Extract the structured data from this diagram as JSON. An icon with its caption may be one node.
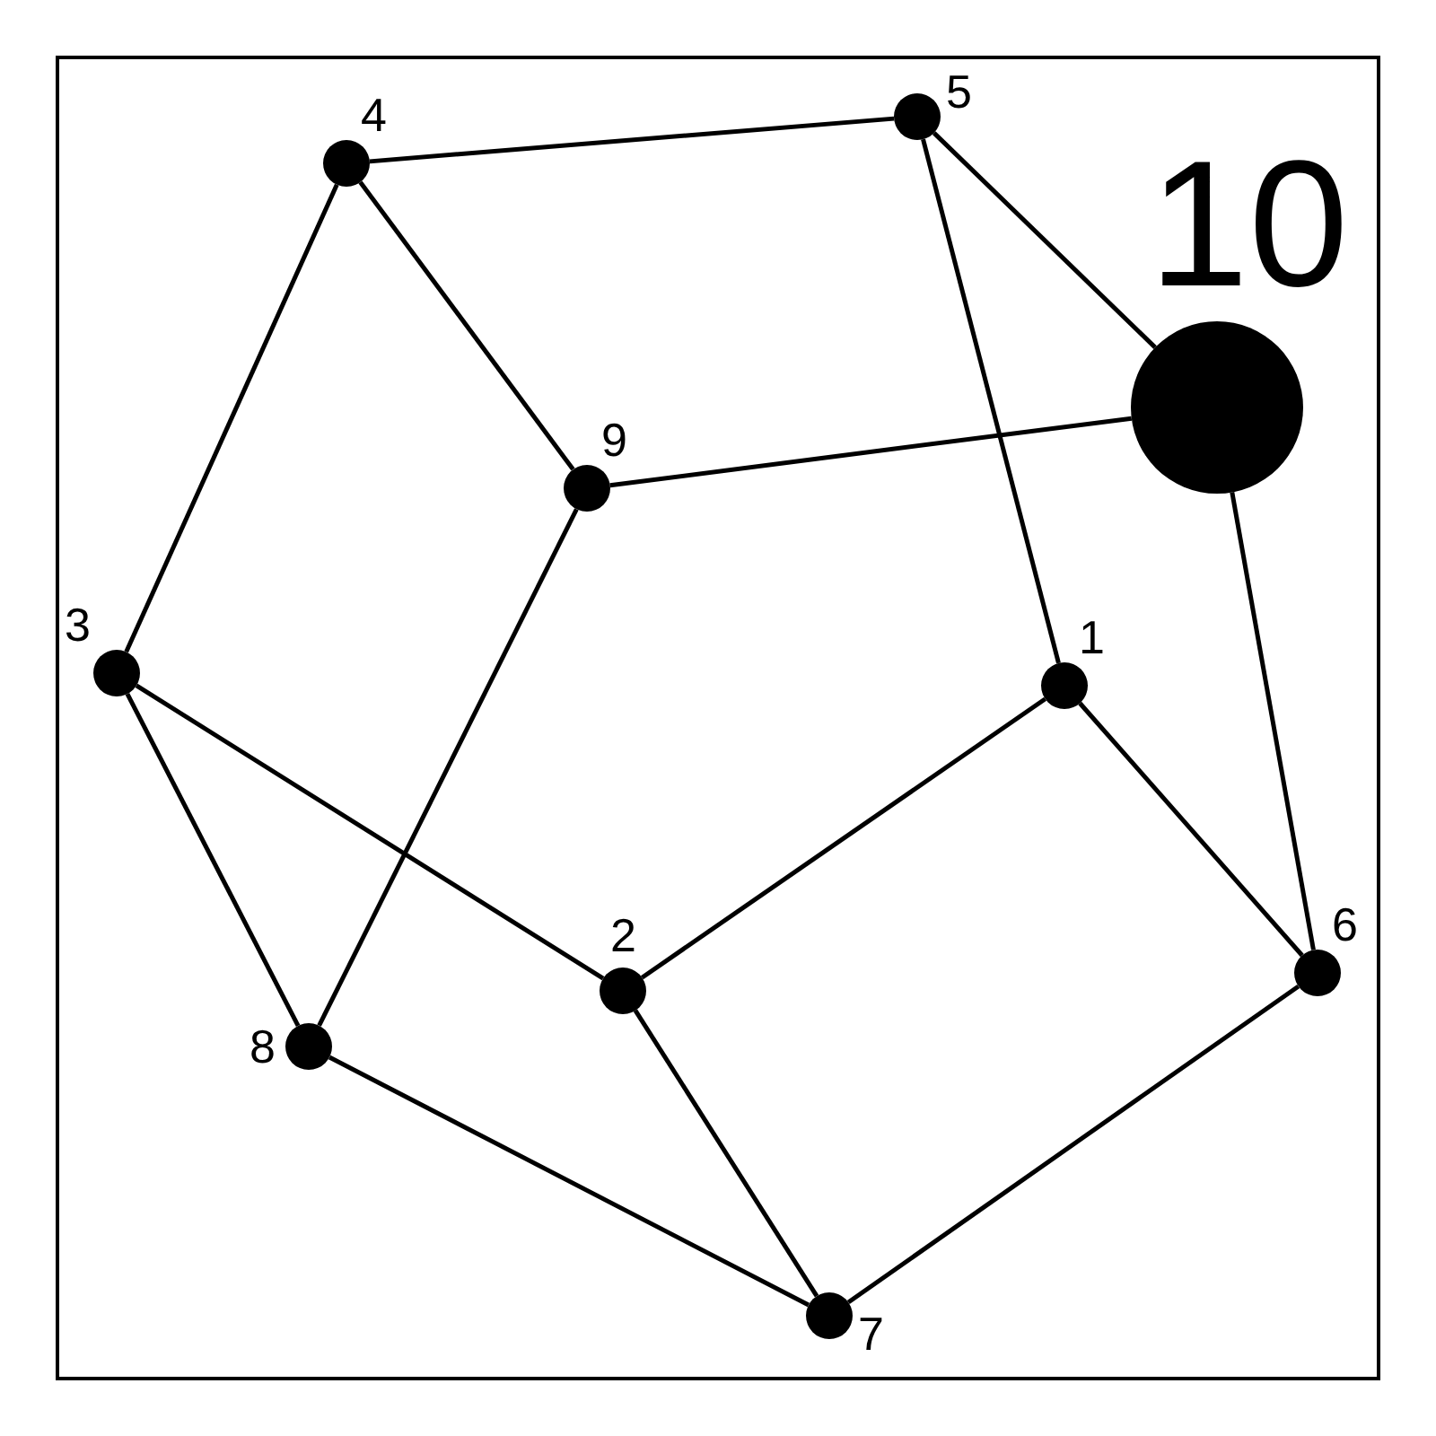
{
  "diagram": {
    "nodes": [
      {
        "text": [],
        "shape": "circle",
        "beside": [
          "1"
        ]
      },
      {
        "text": [],
        "shape": "circle",
        "beside": [
          "2"
        ]
      },
      {
        "text": [],
        "shape": "circle",
        "beside": [
          "3"
        ]
      },
      {
        "text": [],
        "shape": "circle",
        "beside": [
          "4"
        ]
      },
      {
        "text": [],
        "shape": "circle",
        "beside": [
          "5"
        ]
      },
      {
        "text": [],
        "shape": "circle",
        "beside": [
          "6"
        ]
      },
      {
        "text": [],
        "shape": "circle",
        "beside": [
          "7"
        ]
      },
      {
        "text": [],
        "shape": "circle",
        "beside": [
          "8"
        ]
      },
      {
        "text": [],
        "shape": "circle",
        "beside": [
          "9"
        ]
      },
      {
        "text": [],
        "shape": "circle",
        "beside": [
          "10"
        ]
      }
    ],
    "edges": [
      {
        "from": 3,
        "to": 4,
        "arrow": "none"
      },
      {
        "from": 4,
        "to": 9,
        "arrow": "none"
      },
      {
        "from": 4,
        "to": 0,
        "arrow": "none"
      },
      {
        "from": 3,
        "to": 8,
        "arrow": "none"
      },
      {
        "from": 3,
        "to": 2,
        "arrow": "none"
      },
      {
        "from": 8,
        "to": 9,
        "arrow": "none"
      },
      {
        "from": 8,
        "to": 7,
        "arrow": "none"
      },
      {
        "from": 2,
        "to": 7,
        "arrow": "none"
      },
      {
        "from": 2,
        "to": 1,
        "arrow": "none"
      },
      {
        "from": 1,
        "to": 0,
        "arrow": "none"
      },
      {
        "from": 0,
        "to": 5,
        "arrow": "none"
      },
      {
        "from": 9,
        "to": 5,
        "arrow": "none"
      },
      {
        "from": 1,
        "to": 6,
        "arrow": "none"
      },
      {
        "from": 7,
        "to": 6,
        "arrow": "none"
      },
      {
        "from": 6,
        "to": 5,
        "arrow": "none"
      }
    ]
  }
}
